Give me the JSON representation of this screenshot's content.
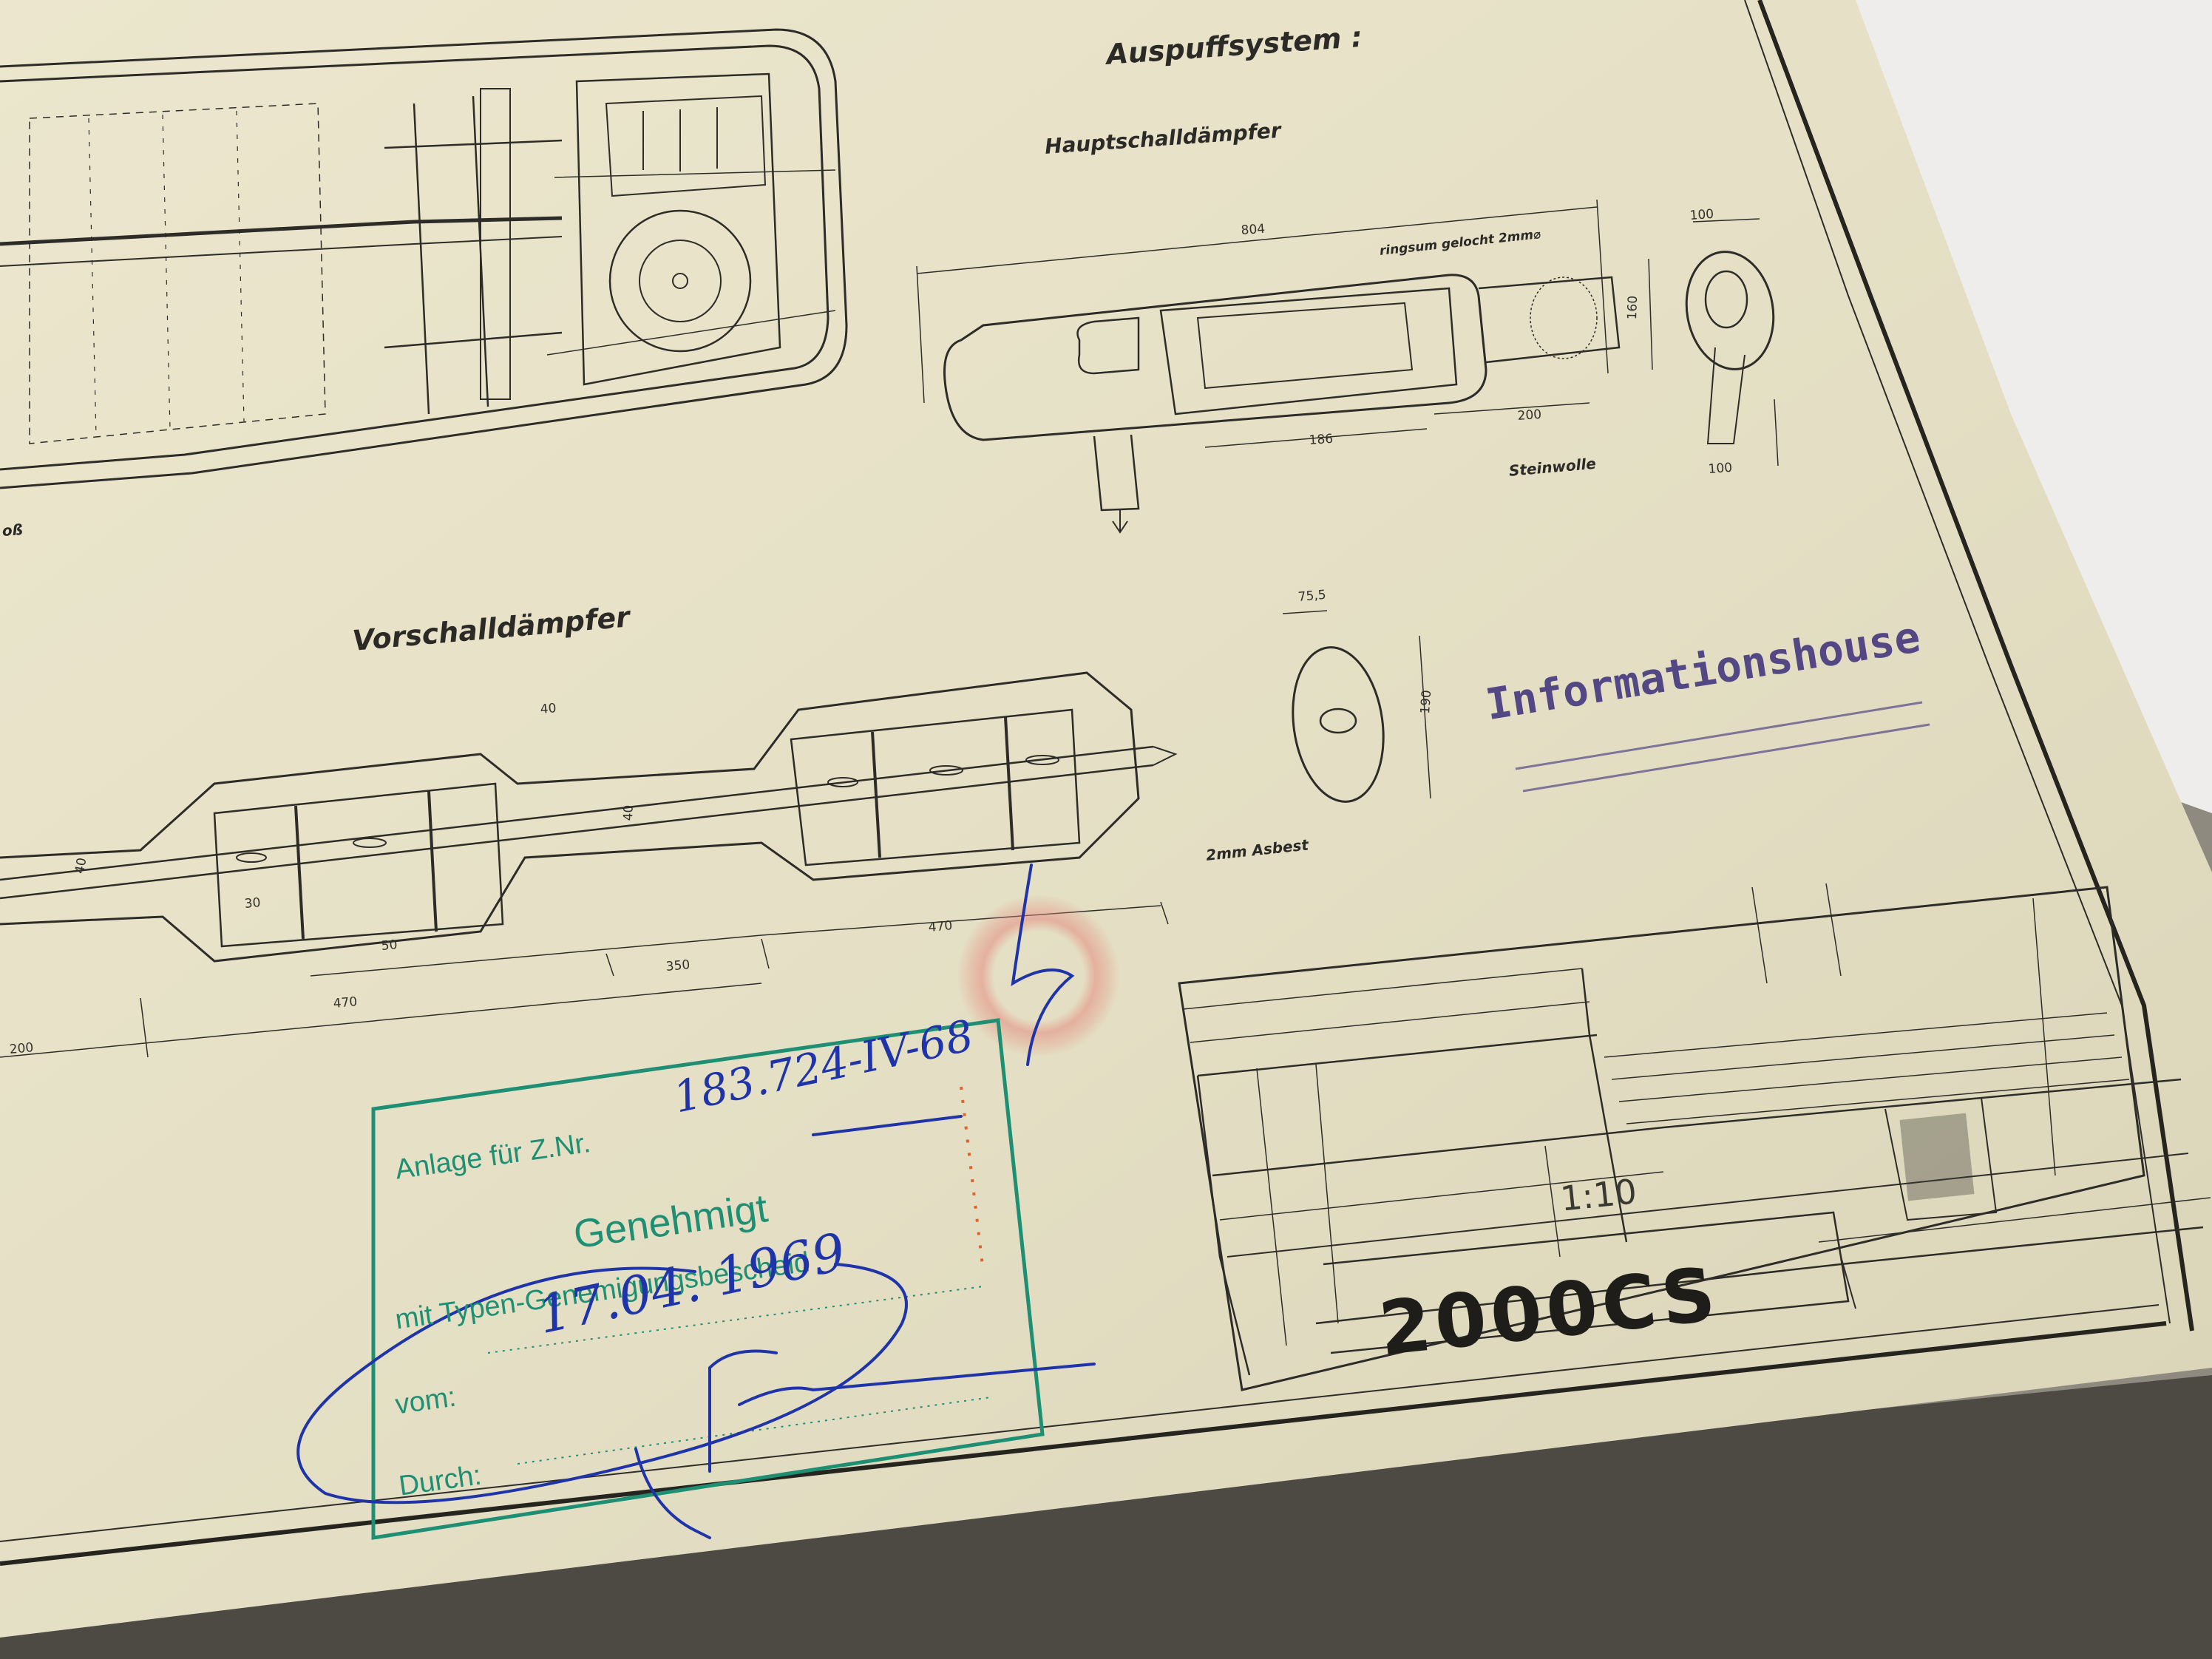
{
  "drawing": {
    "section_title": "Auspuffsystem :",
    "main_muffler_label": "Hauptschalldämpfer",
    "pre_muffler_label": "Vorschalldämpfer",
    "left_edge_fragment": "oß",
    "perforation_note": "ringsum gelocht 2mm⌀",
    "steinwolle_label": "Steinwolle",
    "asbest_label": "2mm Asbest",
    "dims_main": [
      "804",
      "186",
      "200",
      "100",
      "160",
      "100"
    ],
    "dims_pre": [
      "40",
      "40",
      "40",
      "30",
      "50",
      "350",
      "470",
      "470",
      "200",
      "75,5",
      "190"
    ]
  },
  "approval_stamp": {
    "line1": "Anlage für Z.Nr.",
    "handwritten_number": "183.724-IV-68",
    "title": "Genehmigt",
    "line3": "mit Typen-Genemigungsbescheid",
    "vom_label": "vom:",
    "durch_label": "Durch:",
    "handwritten_date": "17.04. 1969"
  },
  "purple_stamp": {
    "line1": "Informationshouse"
  },
  "title_block": {
    "scale": "1:10",
    "model": "2000CS"
  },
  "colors": {
    "paper": "#e6e1c7",
    "line": "#2e2c28",
    "stamp_green": "#1f8f74",
    "ink_blue": "#1e34a8",
    "stamp_red": "#e58a7e",
    "stamp_purple": "#3c2e7a"
  }
}
